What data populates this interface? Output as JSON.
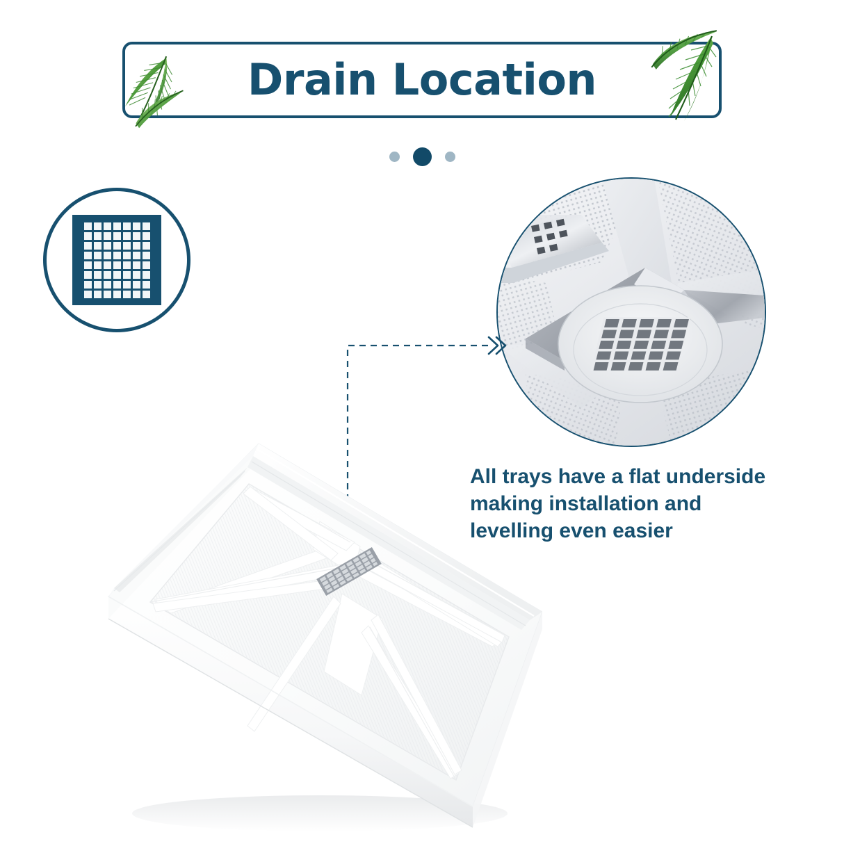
{
  "page": {
    "background_color": "#ffffff",
    "accent_color": "#17506F",
    "muted_dot_color": "#9FB6C4",
    "active_dot_color": "#124A68"
  },
  "banner": {
    "title": "Drain Location",
    "left_decoration": "palm-frond-icon",
    "right_decoration": "palm-frond-icon",
    "border_color": "#17506F"
  },
  "pager": {
    "dots": [
      {
        "name": "pager-dot-1",
        "state": "inactive"
      },
      {
        "name": "pager-dot-2",
        "state": "active"
      },
      {
        "name": "pager-dot-3",
        "state": "inactive"
      }
    ]
  },
  "grate_badge": {
    "icon": "drain-grate-icon",
    "grid_columns": 7,
    "grid_rows": 8,
    "square_color": "#17506F",
    "cell_color": "#F2F6F8",
    "ring_color": "#17506F"
  },
  "detail_inset": {
    "name": "drain-closeup-photo",
    "description": "Close-up photo of shower tray underside showing square drain grate and channel",
    "border_color": "#17506F"
  },
  "callout": {
    "marker_name": "drain-location-marker",
    "marker_color": "#17506F",
    "marker_halo_color": "#8FAEC0",
    "line_style": "dashed",
    "line_color": "#17506F",
    "arrow_glyph": "double-chevron-right"
  },
  "tray": {
    "name": "shower-tray-render",
    "description": "White rectangular shower tray shown at an angle with flat underside, radiating support ribs and a central square drain grate"
  },
  "caption": {
    "lines": [
      "All trays have a flat underside",
      "making installation and",
      "levelling even easier"
    ],
    "color": "#17506F"
  }
}
